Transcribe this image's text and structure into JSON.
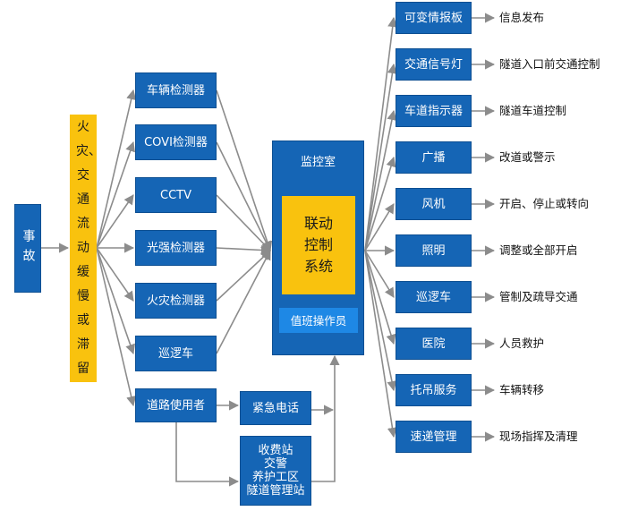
{
  "colors": {
    "box_blue": "#1565b5",
    "inner_blue": "#1e88e5",
    "yellow": "#f9c20e",
    "arrow_gray": "#8c8c8c"
  },
  "event": "事故",
  "causes": "火灾、交通流动缓慢或滞留",
  "detectors": [
    "车辆检测器",
    "COVI检测器",
    "CCTV",
    "光强检测器",
    "火灾检测器",
    "巡逻车",
    "道路使用者"
  ],
  "emergency_phone": "紧急电话",
  "stations": [
    "收费站",
    "交警",
    "养护工区",
    "隧道管理站"
  ],
  "control_room": {
    "title": "监控室",
    "system_lines": [
      "联动",
      "控制",
      "系统"
    ],
    "operator": "值班操作员"
  },
  "devices": [
    {
      "name": "可变情报板",
      "action": "信息发布"
    },
    {
      "name": "交通信号灯",
      "action": "隧道入口前交通控制"
    },
    {
      "name": "车道指示器",
      "action": "隧道车道控制"
    },
    {
      "name": "广播",
      "action": "改道或警示"
    },
    {
      "name": "风机",
      "action": "开启、停止或转向"
    },
    {
      "name": "照明",
      "action": "调整或全部开启"
    },
    {
      "name": "巡逻车",
      "action": "管制及疏导交通"
    },
    {
      "name": "医院",
      "action": "人员救护"
    },
    {
      "name": "托吊服务",
      "action": "车辆转移"
    },
    {
      "name": "速递管理",
      "action": "现场指挥及清理"
    }
  ]
}
